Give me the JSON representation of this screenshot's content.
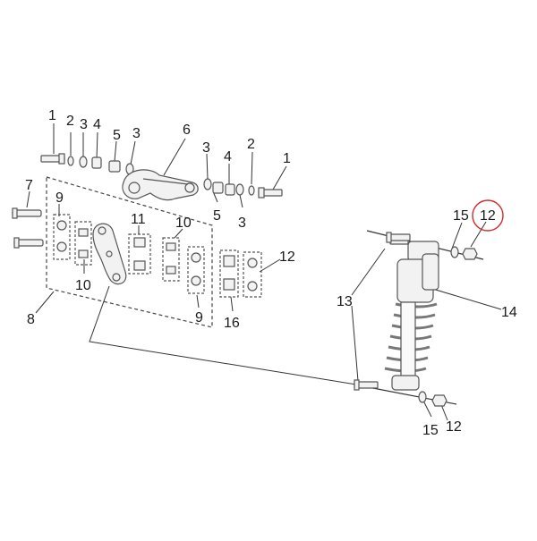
{
  "diagram": {
    "colors": {
      "line": "#333333",
      "part_fill": "#f2f2f2",
      "part_stroke": "#555555",
      "spring": "#777777",
      "highlight": "#d62828"
    },
    "callouts": {
      "c1a": "1",
      "c2a": "2",
      "c3a": "3",
      "c4a": "4",
      "c5a": "5",
      "c3b": "3",
      "c6": "6",
      "c3c": "3",
      "c4b": "4",
      "c2b": "2",
      "c1b": "1",
      "c5b": "5",
      "c3d": "3",
      "c7": "7",
      "c9a": "9",
      "c11": "11",
      "c10a": "10",
      "c10b": "10",
      "c8": "8",
      "c9b": "9",
      "c16": "16",
      "c12a": "12",
      "c15a": "15",
      "c12b": "12",
      "c13": "13",
      "c14": "14",
      "c15b": "15",
      "c12c": "12"
    },
    "highlighted_callout": "12"
  }
}
